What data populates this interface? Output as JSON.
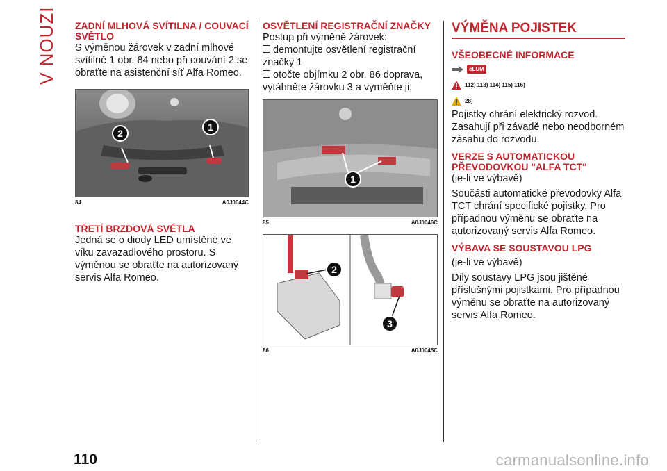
{
  "side_tab": "V NOUZI",
  "col1": {
    "heading1": "ZADNÍ MLHOVÁ SVÍTILNA / COUVACÍ SVĚTLO",
    "para1": "S výměnou žárovek v zadní mlhové svítilně 1 obr. 84 nebo při couvání 2 se obraťte na asistenční síť Alfa Romeo.",
    "figure": {
      "number": "84",
      "code": "A0J0044C",
      "callouts": [
        "2",
        "1"
      ]
    },
    "heading2": "TŘETÍ BRZDOVÁ SVĚTLA",
    "para2": "Jedná se o diody LED umístěné ve víku zavazadlového prostoru. S výměnou se obraťte na autorizovaný servis Alfa Romeo."
  },
  "col2": {
    "heading": "OSVĚTLENÍ REGISTRAČNÍ ZNAČKY",
    "intro": "Postup při výměně žárovek:",
    "step1": "demontujte osvětlení registrační značky 1",
    "step2": "otočte objímku 2 obr. 86 doprava, vytáhněte žárovku 3 a vyměňte ji;",
    "figure85": {
      "number": "85",
      "code": "A0J0046C",
      "callouts": [
        "1"
      ]
    },
    "figure86": {
      "number": "86",
      "code": "A0J0045C",
      "callouts": [
        "2",
        "3"
      ]
    }
  },
  "col3": {
    "title": "VÝMĚNA POJISTEK",
    "sub1": "VŠEOBECNÉ INFORMACE",
    "elum_label": "eLUM",
    "refs1": "112) 113) 114) 115) 116)",
    "refs2": "28)",
    "para1": "Pojistky chrání elektrický rozvod. Zasahují při závadě nebo neodborném zásahu do rozvodu.",
    "sub2": "VERZE S AUTOMATICKOU PŘEVODOVKOU \"ALFA TCT\"",
    "para2a": "(je-li ve výbavě)",
    "para2b": "Součásti automatické převodovky Alfa TCT chrání specifické pojistky. Pro případnou výměnu se obraťte na autorizovaný servis Alfa Romeo.",
    "sub3": "VÝBAVA SE SOUSTAVOU LPG",
    "para3a": "(je-li ve výbavě)",
    "para3b": "Díly soustavy LPG jsou jištěné příslušnými pojistkami. Pro případnou výměnu se obraťte na autorizovaný servis Alfa Romeo."
  },
  "page_number": "110",
  "watermark": "carmanualsonline.info"
}
